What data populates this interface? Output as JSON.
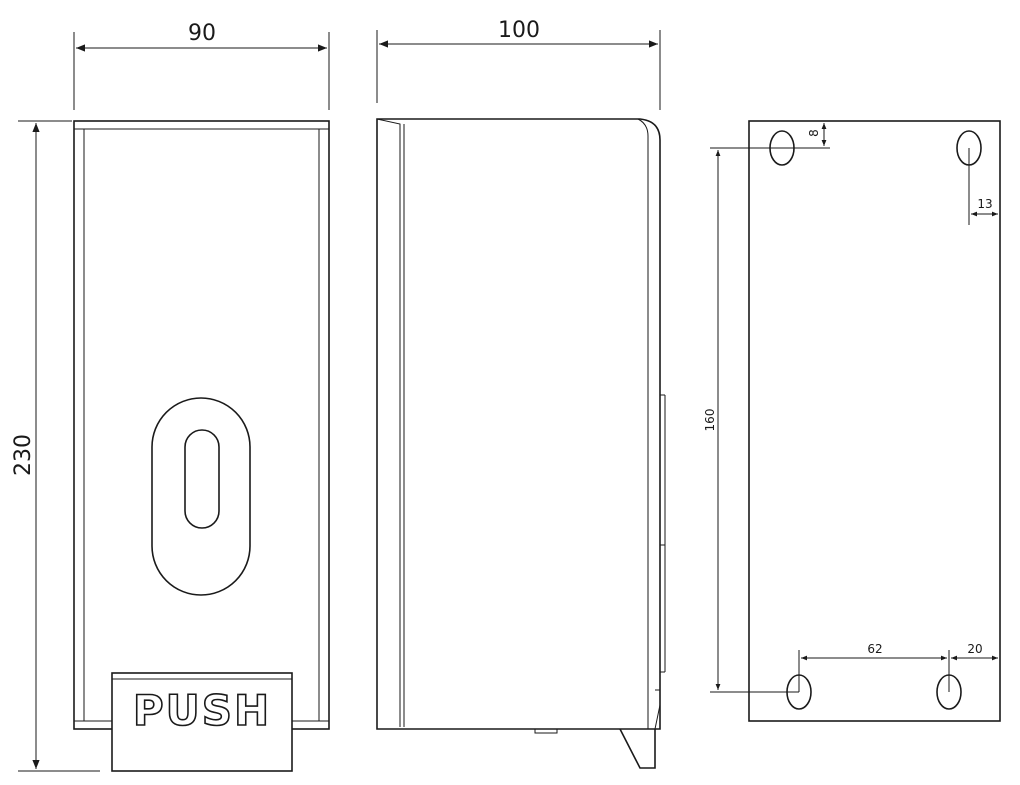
{
  "front_view": {
    "width_label": "90",
    "height_label": "230",
    "button_text": "PUSH"
  },
  "side_view": {
    "depth_label": "100"
  },
  "back_view": {
    "top_offset_label": "8",
    "side_offset_label": "13",
    "hole_vertical_spacing_label": "160",
    "hole_horizontal_spacing_label": "62",
    "bottom_side_offset_label": "20"
  }
}
